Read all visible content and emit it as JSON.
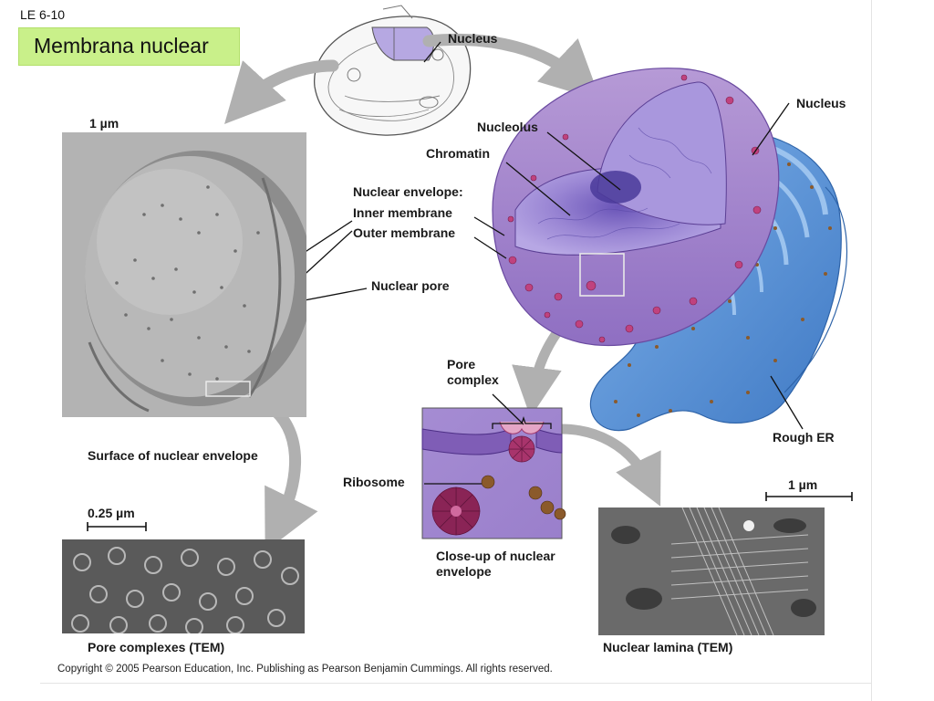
{
  "slide_tag": "LE 6-10",
  "title": "Membrana nuclear",
  "labels": {
    "nucleus_top": "Nucleus",
    "nucleus_right": "Nucleus",
    "nucleolus": "Nucleolus",
    "chromatin": "Chromatin",
    "nuclear_envelope": "Nuclear envelope:",
    "inner_membrane": "Inner membrane",
    "outer_membrane": "Outer membrane",
    "nuclear_pore": "Nuclear pore",
    "pore_complex": "Pore complex",
    "ribosome": "Ribosome",
    "rough_er": "Rough ER",
    "closeup": "Close-up of nuclear envelope",
    "surface": "Surface of nuclear envelope",
    "pore_complexes_tem": "Pore complexes (TEM)",
    "nuclear_lamina_tem": "Nuclear lamina (TEM)"
  },
  "scale_bars": {
    "top_left": "1 µm",
    "middle_left": "0.25 µm",
    "right": "1 µm"
  },
  "copyright": "Copyright © 2005 Pearson Education, Inc. Publishing as Pearson Benjamin Cummings. All rights reserved.",
  "colors": {
    "title_bg": "#c9f08a",
    "nucleus_purple": "#8d78c8",
    "er_blue": "#5f95d6",
    "ribosome": "#8b5a2b",
    "pore_pink": "#c0427e",
    "arrow_gray": "#b0b0b0"
  }
}
